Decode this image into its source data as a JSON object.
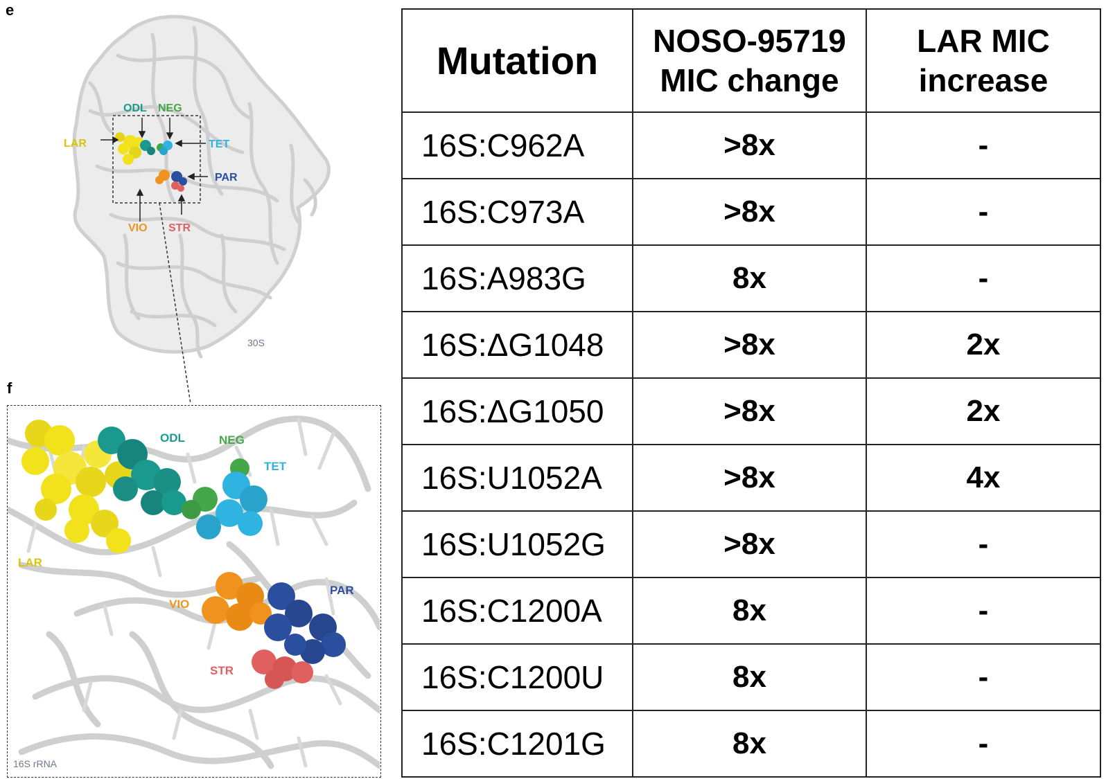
{
  "panels": {
    "e": "e",
    "f": "f"
  },
  "figure_e": {
    "labels": {
      "odl": "ODL",
      "neg": "NEG",
      "lar": "LAR",
      "tet": "TET",
      "par": "PAR",
      "vio": "VIO",
      "str": "STR",
      "subunit": "30S"
    }
  },
  "figure_f": {
    "labels": {
      "odl": "ODL",
      "neg": "NEG",
      "tet": "TET",
      "lar": "LAR",
      "vio": "VIO",
      "par": "PAR",
      "str": "STR",
      "rrna": "16S rRNA"
    }
  },
  "colors": {
    "lar": "#f2e21c",
    "odl": "#1a9a8e",
    "neg": "#44a84a",
    "tet": "#2fb3e0",
    "par": "#2b4f9e",
    "vio": "#f0931e",
    "str": "#e06060",
    "ribosome": "#d6d6d6"
  },
  "table": {
    "headers": {
      "mutation": "Mutation",
      "noso_line1": "NOSO-95719",
      "noso_line2": "MIC change",
      "lar_line1": "LAR MIC",
      "lar_line2": "increase"
    },
    "rows": [
      {
        "mutation": "16S:C962A",
        "noso": ">8x",
        "lar": "-"
      },
      {
        "mutation": "16S:C973A",
        "noso": ">8x",
        "lar": "-"
      },
      {
        "mutation": "16S:A983G",
        "noso": "8x",
        "lar": "-"
      },
      {
        "mutation": "16S:ΔG1048",
        "noso": ">8x",
        "lar": "2x"
      },
      {
        "mutation": "16S:ΔG1050",
        "noso": ">8x",
        "lar": "2x"
      },
      {
        "mutation": "16S:U1052A",
        "noso": ">8x",
        "lar": "4x"
      },
      {
        "mutation": "16S:U1052G",
        "noso": ">8x",
        "lar": "-"
      },
      {
        "mutation": "16S:C1200A",
        "noso": "8x",
        "lar": "-"
      },
      {
        "mutation": "16S:C1200U",
        "noso": "8x",
        "lar": "-"
      },
      {
        "mutation": "16S:C1201G",
        "noso": "8x",
        "lar": "-"
      }
    ]
  }
}
